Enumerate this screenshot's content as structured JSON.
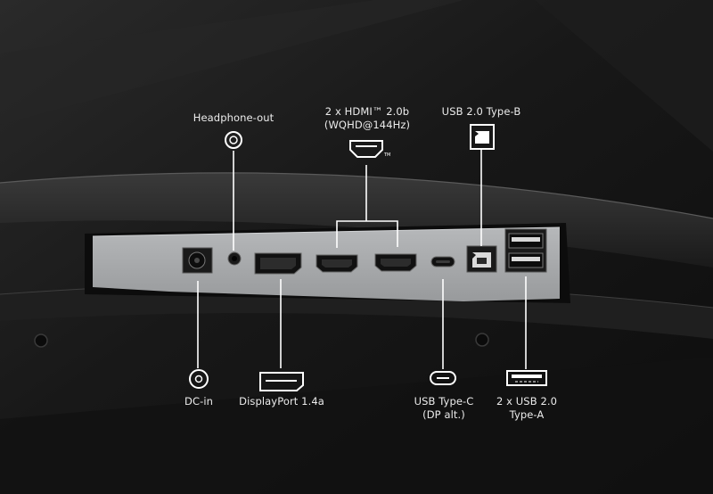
{
  "colors": {
    "background": "#141414",
    "panel": "#a7a9ab",
    "line": "#ffffff",
    "text": "#ececec"
  },
  "ports": {
    "headphone_out": {
      "label": "Headphone-out",
      "icon": "audio-jack-icon"
    },
    "hdmi": {
      "label_line1": "2 x HDMI™ 2.0b",
      "label_line2": "(WQHD@144Hz)",
      "icon": "hdmi-icon"
    },
    "usb_type_b": {
      "label": "USB 2.0 Type-B",
      "icon": "usb-type-b-icon"
    },
    "dc_in": {
      "label": "DC-in",
      "icon": "dc-in-icon"
    },
    "displayport": {
      "label": "DisplayPort 1.4a",
      "icon": "displayport-icon"
    },
    "usb_type_c": {
      "label_line1": "USB Type-C",
      "label_line2": "(DP alt.)",
      "icon": "usb-type-c-icon"
    },
    "usb_type_a": {
      "label_line1": "2 x USB 2.0",
      "label_line2": "Type-A",
      "icon": "usb-type-a-icon"
    }
  }
}
